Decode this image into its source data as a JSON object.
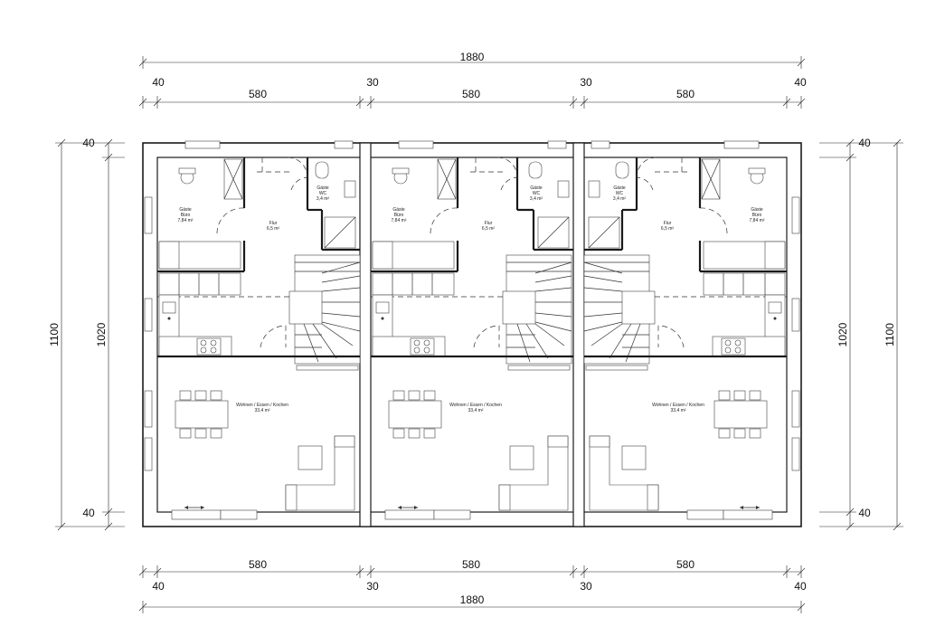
{
  "dimensions": {
    "top_total": "1880",
    "top_segments": [
      "40",
      "580",
      "30",
      "580",
      "30",
      "580",
      "40"
    ],
    "bottom_segments": [
      "580",
      "580",
      "580"
    ],
    "bottom_small": [
      "40",
      "30",
      "30",
      "40"
    ],
    "bottom_total": "1880",
    "left_outer": "1100",
    "left_inner": "1020",
    "left_top": "40",
    "left_bottom": "40",
    "right_outer": "1100",
    "right_inner": "1020",
    "right_top": "40",
    "right_bottom": "40"
  },
  "rooms": {
    "guest_office_label": "Gäste\nBüro",
    "guest_office_area": "7,84 m²",
    "guest_wc_label": "Gäste\nWC",
    "guest_wc_area": "3,4 m²",
    "hall_label": "Flur",
    "hall_area": "6,5 m²",
    "living_label": "Wohnen / Essen / Kochen",
    "living_area": "33,4 m²"
  },
  "units": [
    {
      "office_area": "7,84 m²",
      "wc_area": "3,4 m²",
      "hall_area": "6,5 m²",
      "living_area": "33,4 m²"
    },
    {
      "office_area": "7,84 m²",
      "wc_area": "3,4 m²",
      "hall_area": "6,5 m²",
      "living_area": "33,4 m²"
    },
    {
      "office_area": "7,84 m²",
      "wc_area": "3,4 m²",
      "hall_area": "6,5 m²",
      "living_area": "33,4 m²"
    }
  ]
}
